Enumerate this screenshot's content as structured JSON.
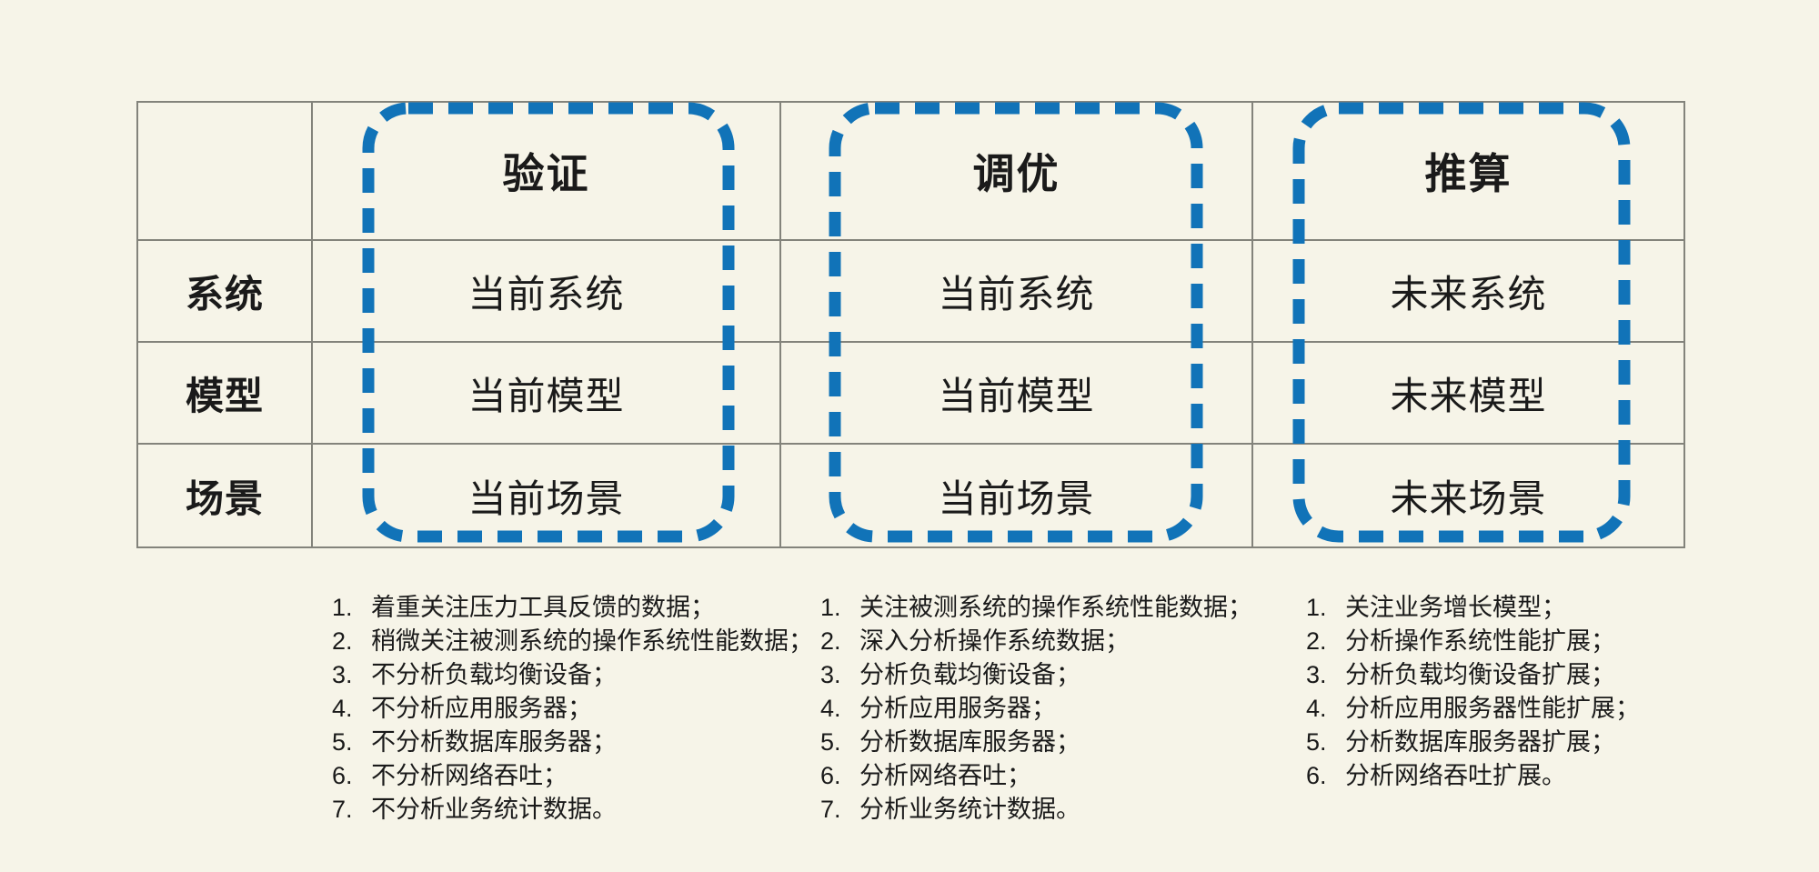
{
  "table": {
    "corner_label": "",
    "row_labels": [
      "系统",
      "模型",
      "场景"
    ],
    "columns": [
      {
        "header": "验证",
        "cells": [
          "当前系统",
          "当前模型",
          "当前场景"
        ]
      },
      {
        "header": "调优",
        "cells": [
          "当前系统",
          "当前模型",
          "当前场景"
        ]
      },
      {
        "header": "推算",
        "cells": [
          "未来系统",
          "未来模型",
          "未来场景"
        ]
      }
    ]
  },
  "notes": [
    {
      "items": [
        {
          "num": "1.",
          "text": "着重关注压力工具反馈的数据；"
        },
        {
          "num": "2.",
          "text": "稍微关注被测系统的操作系统性能数据；"
        },
        {
          "num": "3.",
          "text": "不分析负载均衡设备；"
        },
        {
          "num": "4.",
          "text": "不分析应用服务器；"
        },
        {
          "num": "5.",
          "text": "不分析数据库服务器；"
        },
        {
          "num": "6.",
          "text": "不分析网络吞吐；"
        },
        {
          "num": "7.",
          "text": "不分析业务统计数据。"
        }
      ]
    },
    {
      "items": [
        {
          "num": "1.",
          "text": "关注被测系统的操作系统性能数据；"
        },
        {
          "num": "2.",
          "text": "深入分析操作系统数据；"
        },
        {
          "num": "3.",
          "text": "分析负载均衡设备；"
        },
        {
          "num": "4.",
          "text": "分析应用服务器；"
        },
        {
          "num": "5.",
          "text": "分析数据库服务器；"
        },
        {
          "num": "6.",
          "text": "分析网络吞吐；"
        },
        {
          "num": "7.",
          "text": "分析业务统计数据。"
        }
      ]
    },
    {
      "items": [
        {
          "num": "1.",
          "text": "关注业务增长模型；"
        },
        {
          "num": "2.",
          "text": "分析操作系统性能扩展；"
        },
        {
          "num": "3.",
          "text": "分析负载均衡设备扩展；"
        },
        {
          "num": "4.",
          "text": "分析应用服务器性能扩展；"
        },
        {
          "num": "5.",
          "text": "分析数据库服务器扩展；"
        },
        {
          "num": "6.",
          "text": "分析网络吞吐扩展。"
        }
      ]
    }
  ],
  "colors": {
    "background": "#f6f4e8",
    "accent_blue": "#1173b8",
    "grid_line": "#83837b",
    "text": "#1a1a1a"
  }
}
